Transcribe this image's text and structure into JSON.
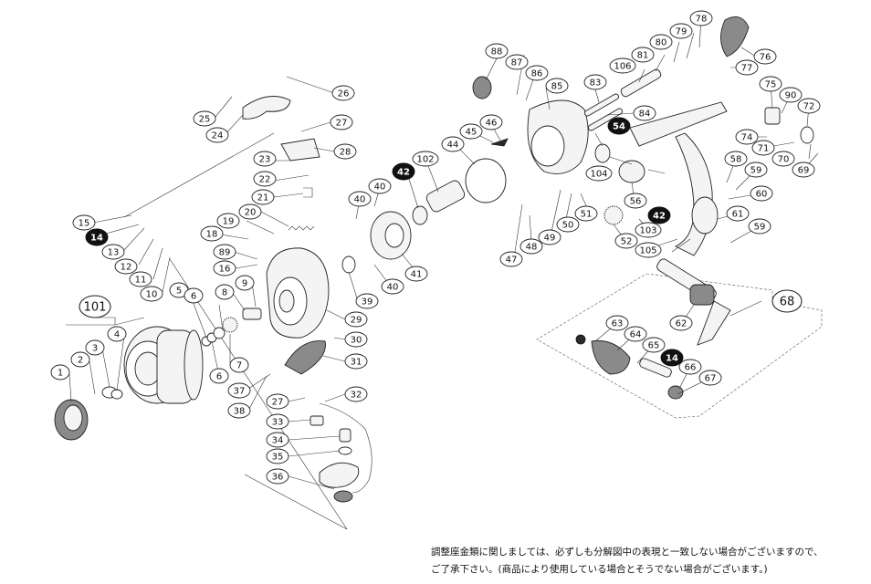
{
  "notes": {
    "line1": "調整座金類に関しましては、必ずしも分解図中の表現と一致しない場合がございますので、",
    "line2": "ご了承下さい。(商品により使用している場合とそうでない場合がございます。)"
  },
  "part_labels": [
    {
      "num": "1"
    },
    {
      "num": "2"
    },
    {
      "num": "3"
    },
    {
      "num": "4"
    },
    {
      "num": "5"
    },
    {
      "num": "6"
    },
    {
      "num": "6"
    },
    {
      "num": "7"
    },
    {
      "num": "8"
    },
    {
      "num": "9"
    },
    {
      "num": "10"
    },
    {
      "num": "11"
    },
    {
      "num": "12"
    },
    {
      "num": "13"
    },
    {
      "num": "14",
      "highlight": true
    },
    {
      "num": "15"
    },
    {
      "num": "16"
    },
    {
      "num": "18"
    },
    {
      "num": "19"
    },
    {
      "num": "20"
    },
    {
      "num": "21"
    },
    {
      "num": "22"
    },
    {
      "num": "23"
    },
    {
      "num": "24"
    },
    {
      "num": "25"
    },
    {
      "num": "26"
    },
    {
      "num": "27"
    },
    {
      "num": "27"
    },
    {
      "num": "28"
    },
    {
      "num": "29"
    },
    {
      "num": "30"
    },
    {
      "num": "31"
    },
    {
      "num": "32"
    },
    {
      "num": "33"
    },
    {
      "num": "34"
    },
    {
      "num": "35"
    },
    {
      "num": "36"
    },
    {
      "num": "37"
    },
    {
      "num": "38"
    },
    {
      "num": "39"
    },
    {
      "num": "40"
    },
    {
      "num": "40"
    },
    {
      "num": "40"
    },
    {
      "num": "41"
    },
    {
      "num": "42",
      "highlight": true
    },
    {
      "num": "42",
      "highlight": true
    },
    {
      "num": "44"
    },
    {
      "num": "45"
    },
    {
      "num": "46"
    },
    {
      "num": "47"
    },
    {
      "num": "48"
    },
    {
      "num": "49"
    },
    {
      "num": "50"
    },
    {
      "num": "51"
    },
    {
      "num": "52"
    },
    {
      "num": "54",
      "highlight": true
    },
    {
      "num": "56"
    },
    {
      "num": "58"
    },
    {
      "num": "59"
    },
    {
      "num": "59"
    },
    {
      "num": "60"
    },
    {
      "num": "61"
    },
    {
      "num": "62"
    },
    {
      "num": "63"
    },
    {
      "num": "64"
    },
    {
      "num": "65"
    },
    {
      "num": "14",
      "highlight": true
    },
    {
      "num": "66"
    },
    {
      "num": "67"
    },
    {
      "num": "68",
      "group": true
    },
    {
      "num": "69"
    },
    {
      "num": "70"
    },
    {
      "num": "71"
    },
    {
      "num": "72"
    },
    {
      "num": "74"
    },
    {
      "num": "75"
    },
    {
      "num": "76"
    },
    {
      "num": "77"
    },
    {
      "num": "78"
    },
    {
      "num": "79"
    },
    {
      "num": "80"
    },
    {
      "num": "81"
    },
    {
      "num": "83"
    },
    {
      "num": "84"
    },
    {
      "num": "85"
    },
    {
      "num": "86"
    },
    {
      "num": "87"
    },
    {
      "num": "88"
    },
    {
      "num": "89"
    },
    {
      "num": "90"
    },
    {
      "num": "101",
      "group": true
    },
    {
      "num": "102"
    },
    {
      "num": "103"
    },
    {
      "num": "104"
    },
    {
      "num": "105"
    },
    {
      "num": "106"
    }
  ]
}
